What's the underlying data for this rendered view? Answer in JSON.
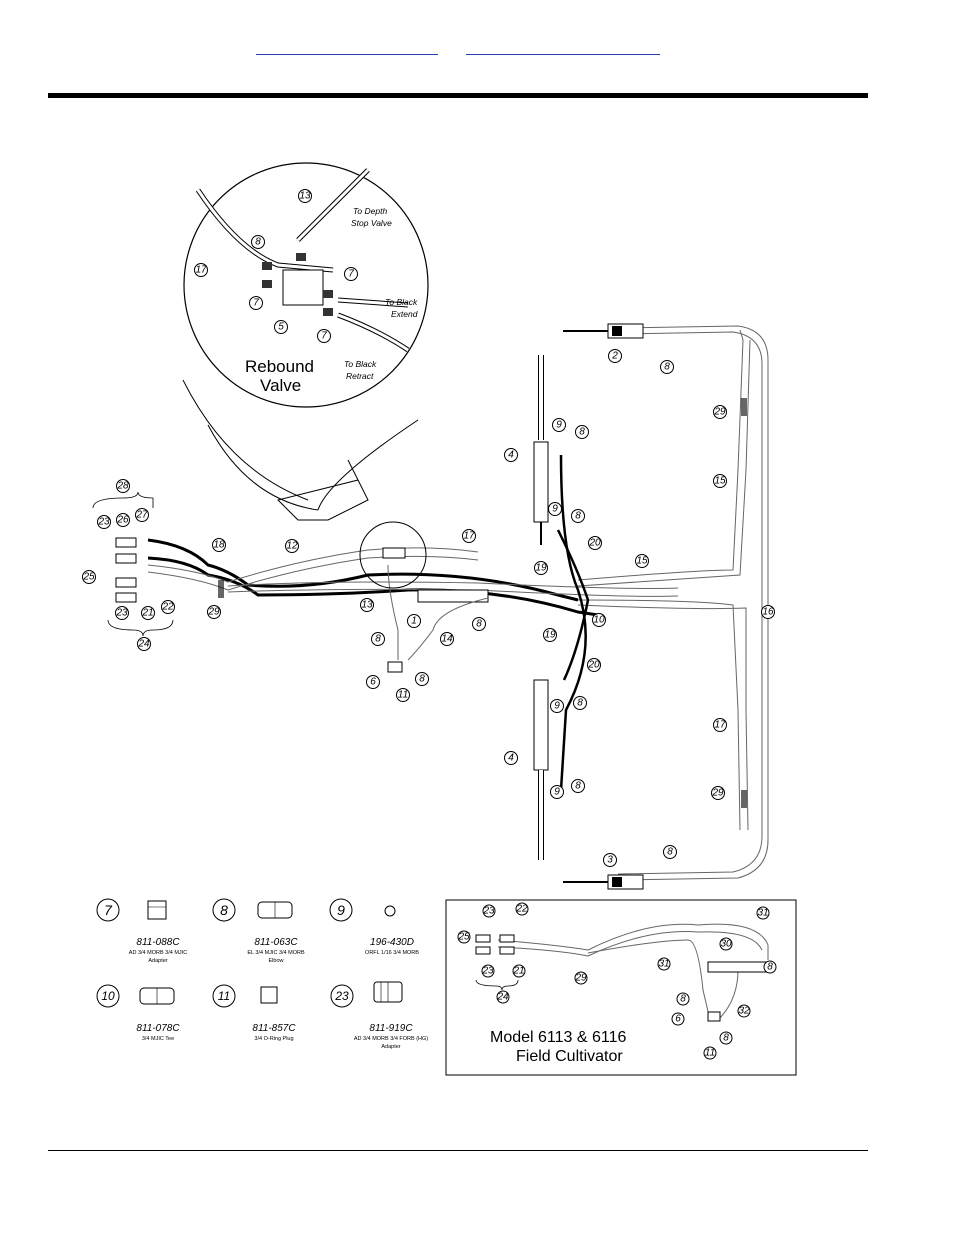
{
  "nav": {
    "link_a": "",
    "link_b": ""
  },
  "footer": {
    "text": ""
  },
  "inset": {
    "title_line1": "Rebound",
    "title_line2": "Valve",
    "notes": {
      "depth_1": "To Depth",
      "depth_2": "Stop Valve",
      "extend_1": "To Black",
      "extend_2": "Extend",
      "retract_1": "To Black",
      "retract_2": "Retract"
    }
  },
  "model_box": {
    "title_line1": "Model 6113 & 6116",
    "title_line2": "Field Cultivator"
  },
  "parts": [
    {
      "num": "7",
      "code": "811-088C",
      "desc1": "AD 3/4 MORB 3/4 MJIC",
      "desc2": "Adapter"
    },
    {
      "num": "8",
      "code": "811-063C",
      "desc1": "EL 3/4 MJIC 3/4 MORB",
      "desc2": "Elbow"
    },
    {
      "num": "9",
      "code": "196-430D",
      "desc1": "ORFL 1/16 3/4 MORB",
      "desc2": ""
    },
    {
      "num": "10",
      "code": "811-078C",
      "desc1": "3/4 MJIC Tee",
      "desc2": ""
    },
    {
      "num": "11",
      "code": "811-857C",
      "desc1": "3/4 O-Ring Plug",
      "desc2": ""
    },
    {
      "num": "23",
      "code": "811-919C",
      "desc1": "AD 3/4 MORB 3/4 FORB (HG)",
      "desc2": "Adapter"
    }
  ],
  "callouts": {
    "c13i": "13",
    "c8i": "8",
    "c17i": "17",
    "c7a": "7",
    "c7b": "7",
    "c7c": "7",
    "c5": "5",
    "c28": "28",
    "c23a": "23",
    "c26": "26",
    "c27": "27",
    "c25": "25",
    "c23b": "23",
    "c21": "21",
    "c22": "22",
    "c24": "24",
    "c18": "18",
    "c12": "12",
    "c29a": "29",
    "c17a": "17",
    "c13": "13",
    "c1": "1",
    "c8a": "8",
    "c14": "14",
    "c8b": "8",
    "c6": "6",
    "c11": "11",
    "c8c": "8",
    "c4a": "4",
    "c9a": "9",
    "c8d": "8",
    "c9b": "9",
    "c8e": "8",
    "c20a": "20",
    "c19a": "19",
    "c10": "10",
    "c19b": "19",
    "c20b": "20",
    "c8f": "8",
    "c9c": "9",
    "c4b": "4",
    "c9d": "9",
    "c8g": "8",
    "c15": "15",
    "c16": "16",
    "c2": "2",
    "c8h": "8",
    "c29b": "29",
    "c15b": "15",
    "c17b": "17",
    "c29c": "29",
    "c3": "3",
    "c8i2": "8",
    "m23a": "23",
    "m22": "22",
    "m25": "25",
    "m23b": "23",
    "m21": "21",
    "m24": "24",
    "m29": "29",
    "m31a": "31",
    "m31b": "31",
    "m30": "30",
    "m8a": "8",
    "m8b": "8",
    "m32": "32",
    "m6": "6",
    "m8c": "8",
    "m11": "11"
  }
}
